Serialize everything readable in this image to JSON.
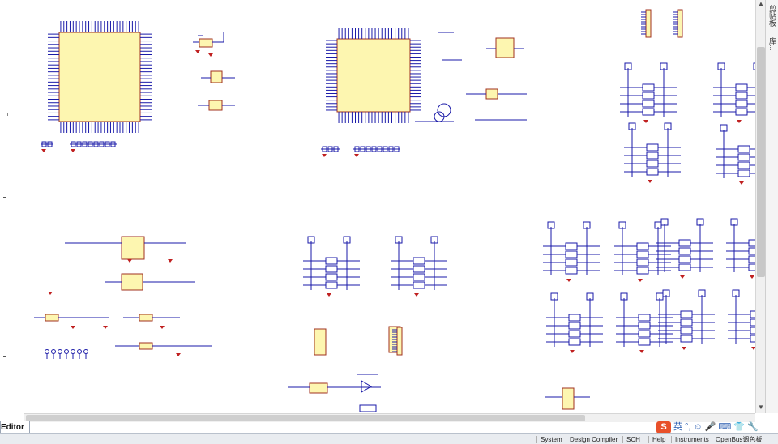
{
  "editor": {
    "tab_label": "Editor"
  },
  "side_panel": {
    "tabs": [
      "剪贴板",
      "库..."
    ]
  },
  "bottom_panels": [
    "System",
    "Design Compiler",
    "SCH",
    "Help",
    "Instruments",
    "OpenBus调色板"
  ],
  "ime": {
    "lang_label": "英",
    "punct_label": "°,"
  },
  "scroll": {
    "up": "▲",
    "down": "▼"
  },
  "schematic": {
    "wire_color": "#1a1aa8",
    "component_fill": "#fdf6b0",
    "component_border": "#a0301f",
    "ground_color": "#c02020"
  }
}
